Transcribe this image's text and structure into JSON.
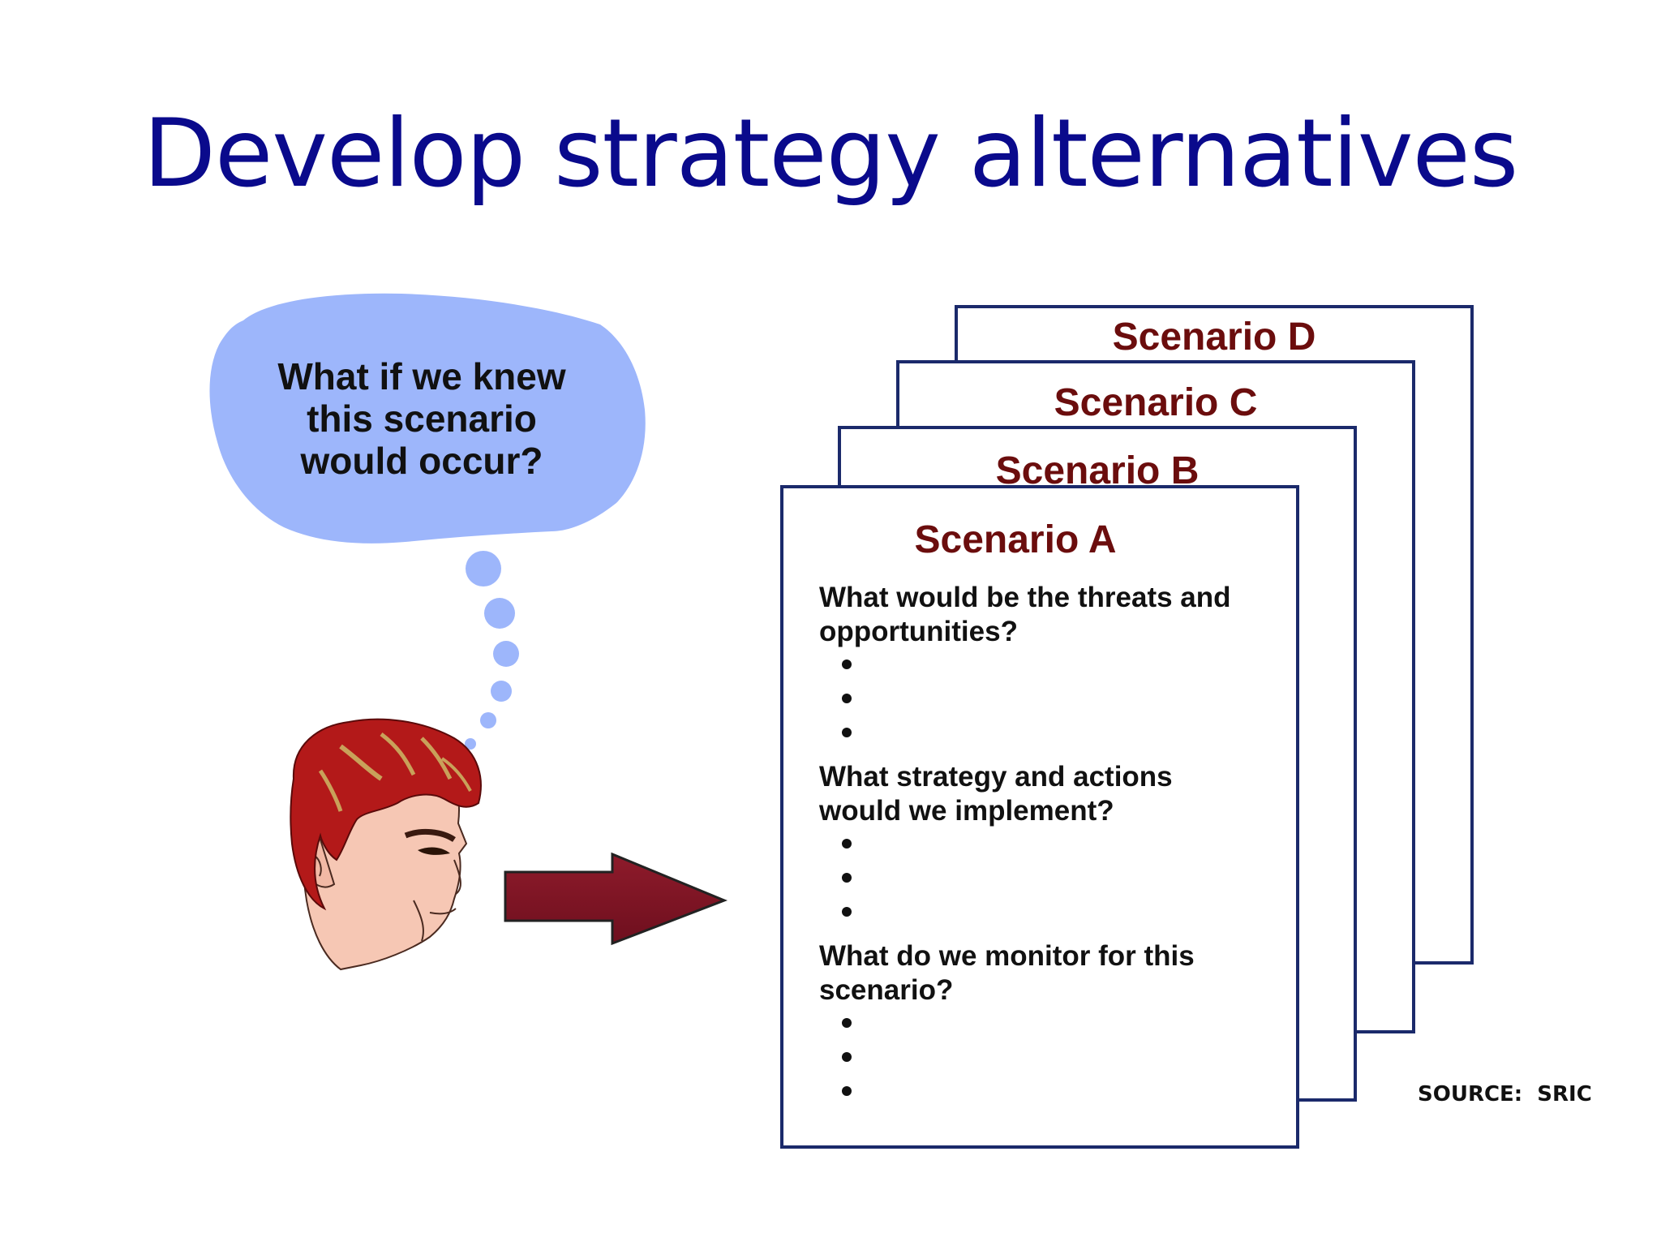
{
  "title": "Develop strategy alternatives",
  "thought_bubble": {
    "text": "What if we knew\nthis scenario\nwould occur?"
  },
  "person_icon": "head-profile-icon",
  "arrow_icon": "right-arrow-icon",
  "colors": {
    "title": "#0a0a8c",
    "bubble": "#9db6fb",
    "scenario_title": "#6b0d0d",
    "card_border": "#1b2a6b",
    "arrow": "#8a1a2a"
  },
  "scenarios": {
    "d": {
      "title": "Scenario D"
    },
    "c": {
      "title": "Scenario C"
    },
    "b": {
      "title": "Scenario B"
    },
    "a": {
      "title": "Scenario A",
      "sections": [
        {
          "question": "What would be the threats and\nopportunities?",
          "bullets": [
            "",
            "",
            ""
          ]
        },
        {
          "question": "What strategy and actions\nwould we implement?",
          "bullets": [
            "",
            "",
            ""
          ]
        },
        {
          "question": "What do we monitor for this\nscenario?",
          "bullets": [
            "",
            "",
            ""
          ]
        }
      ]
    }
  },
  "source": "SOURCE:  SRIC"
}
